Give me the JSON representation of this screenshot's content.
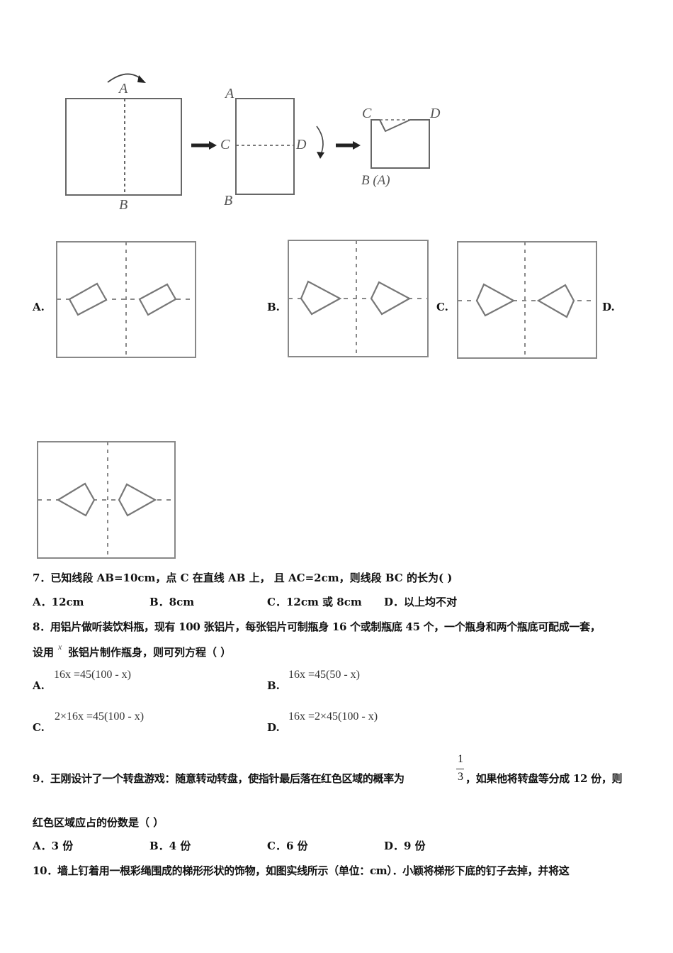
{
  "figure_fold": {
    "labels": {
      "A": "A",
      "B": "B",
      "C": "C",
      "D": "D",
      "BA": "B (A)"
    }
  },
  "q6_options": {
    "A": "A.",
    "B": "B.",
    "C": "C.",
    "D": "D."
  },
  "q7": {
    "stem": "7．已知线段 AB=10cm，点 C 在直线 AB 上， 且 AC=2cm，则线段 BC 的长为(   )",
    "options": [
      {
        "label": "A．12cm"
      },
      {
        "label": "B．8cm"
      },
      {
        "label": "C．12cm 或 8cm"
      },
      {
        "label": "D．以上均不对"
      }
    ]
  },
  "q8": {
    "stem_line1": "8．用铝片做听装饮料瓶，现有 100 张铝片，每张铝片可制瓶身 16 个或制瓶底 45 个，一个瓶身和两个瓶底可配成一套，",
    "stem_line2_pre": "设用",
    "stem_var": "x",
    "stem_line2_post": "张铝片制作瓶身，则可列方程（        ）",
    "options": [
      {
        "letter": "A.",
        "expr": "16x =45(100 -  x)"
      },
      {
        "letter": "B.",
        "expr": "16x =45(50 -  x)"
      },
      {
        "letter": "C.",
        "expr": "2×16x =45(100 -  x)"
      },
      {
        "letter": "D.",
        "expr": "16x =2×45(100 -  x)"
      }
    ]
  },
  "q9": {
    "stem_pre": "9．王刚设计了一个转盘游戏：随意转动转盘，使指针最后落在红色区域的概率为",
    "frac_num": "1",
    "frac_den": "3",
    "stem_post": "，如果他将转盘等分成 12 份，则",
    "stem_line2": "红色区域应占的份数是（   ）",
    "options": [
      {
        "label": "A．3 份"
      },
      {
        "label": "B．4 份"
      },
      {
        "label": "C．6 份"
      },
      {
        "label": "D．9 份"
      }
    ]
  },
  "q10": {
    "stem": "10．墙上钉着用一根彩绳围成的梯形形状的饰物，如图实线所示（单位：cm）．小颖将梯形下底的钉子去掉，并将这"
  }
}
